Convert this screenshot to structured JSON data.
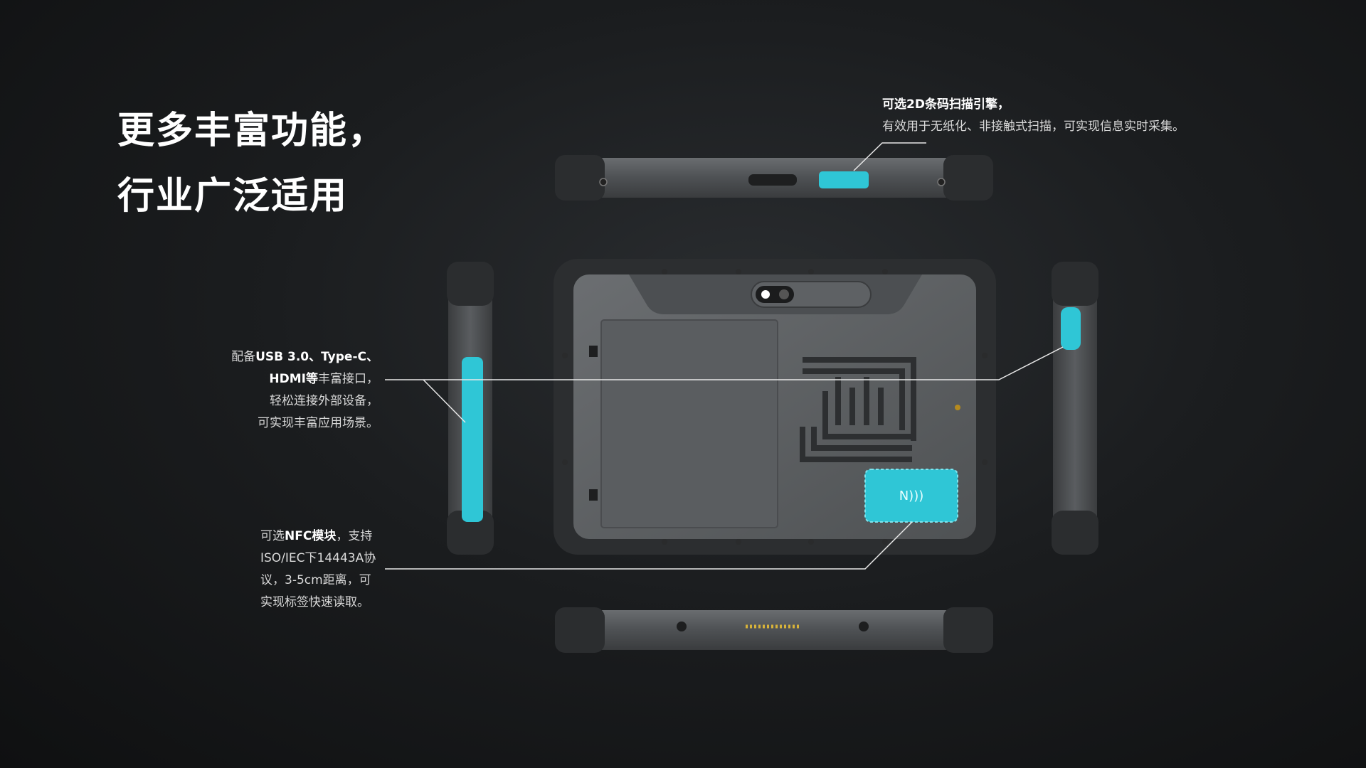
{
  "headline": {
    "line1": "更多丰富功能，",
    "line2": "行业广泛适用"
  },
  "callouts": {
    "scanner": {
      "title": "可选2D条码扫描引擎，",
      "body": "有效用于无纸化、非接触式扫描，可实现信息实时采集。"
    },
    "ports": {
      "line1_prefix": "配备",
      "line1_bold": "USB 3.0、Type-C、",
      "line2_bold": "HDMI等",
      "line2_rest": "丰富接口，",
      "line3": "轻松连接外部设备，",
      "line4": "可实现丰富应用场景。"
    },
    "nfc": {
      "line1_prefix": "可选",
      "line1_bold": "NFC模块",
      "line1_rest": "，支持",
      "line2": "ISO/IEC下14443A协",
      "line3": "议，3-5cm距离，可",
      "line4": "实现标签快速读取。"
    }
  },
  "colors": {
    "accent": "#2fc6d6",
    "body": "#56595c",
    "bumper": "#2f3133"
  }
}
